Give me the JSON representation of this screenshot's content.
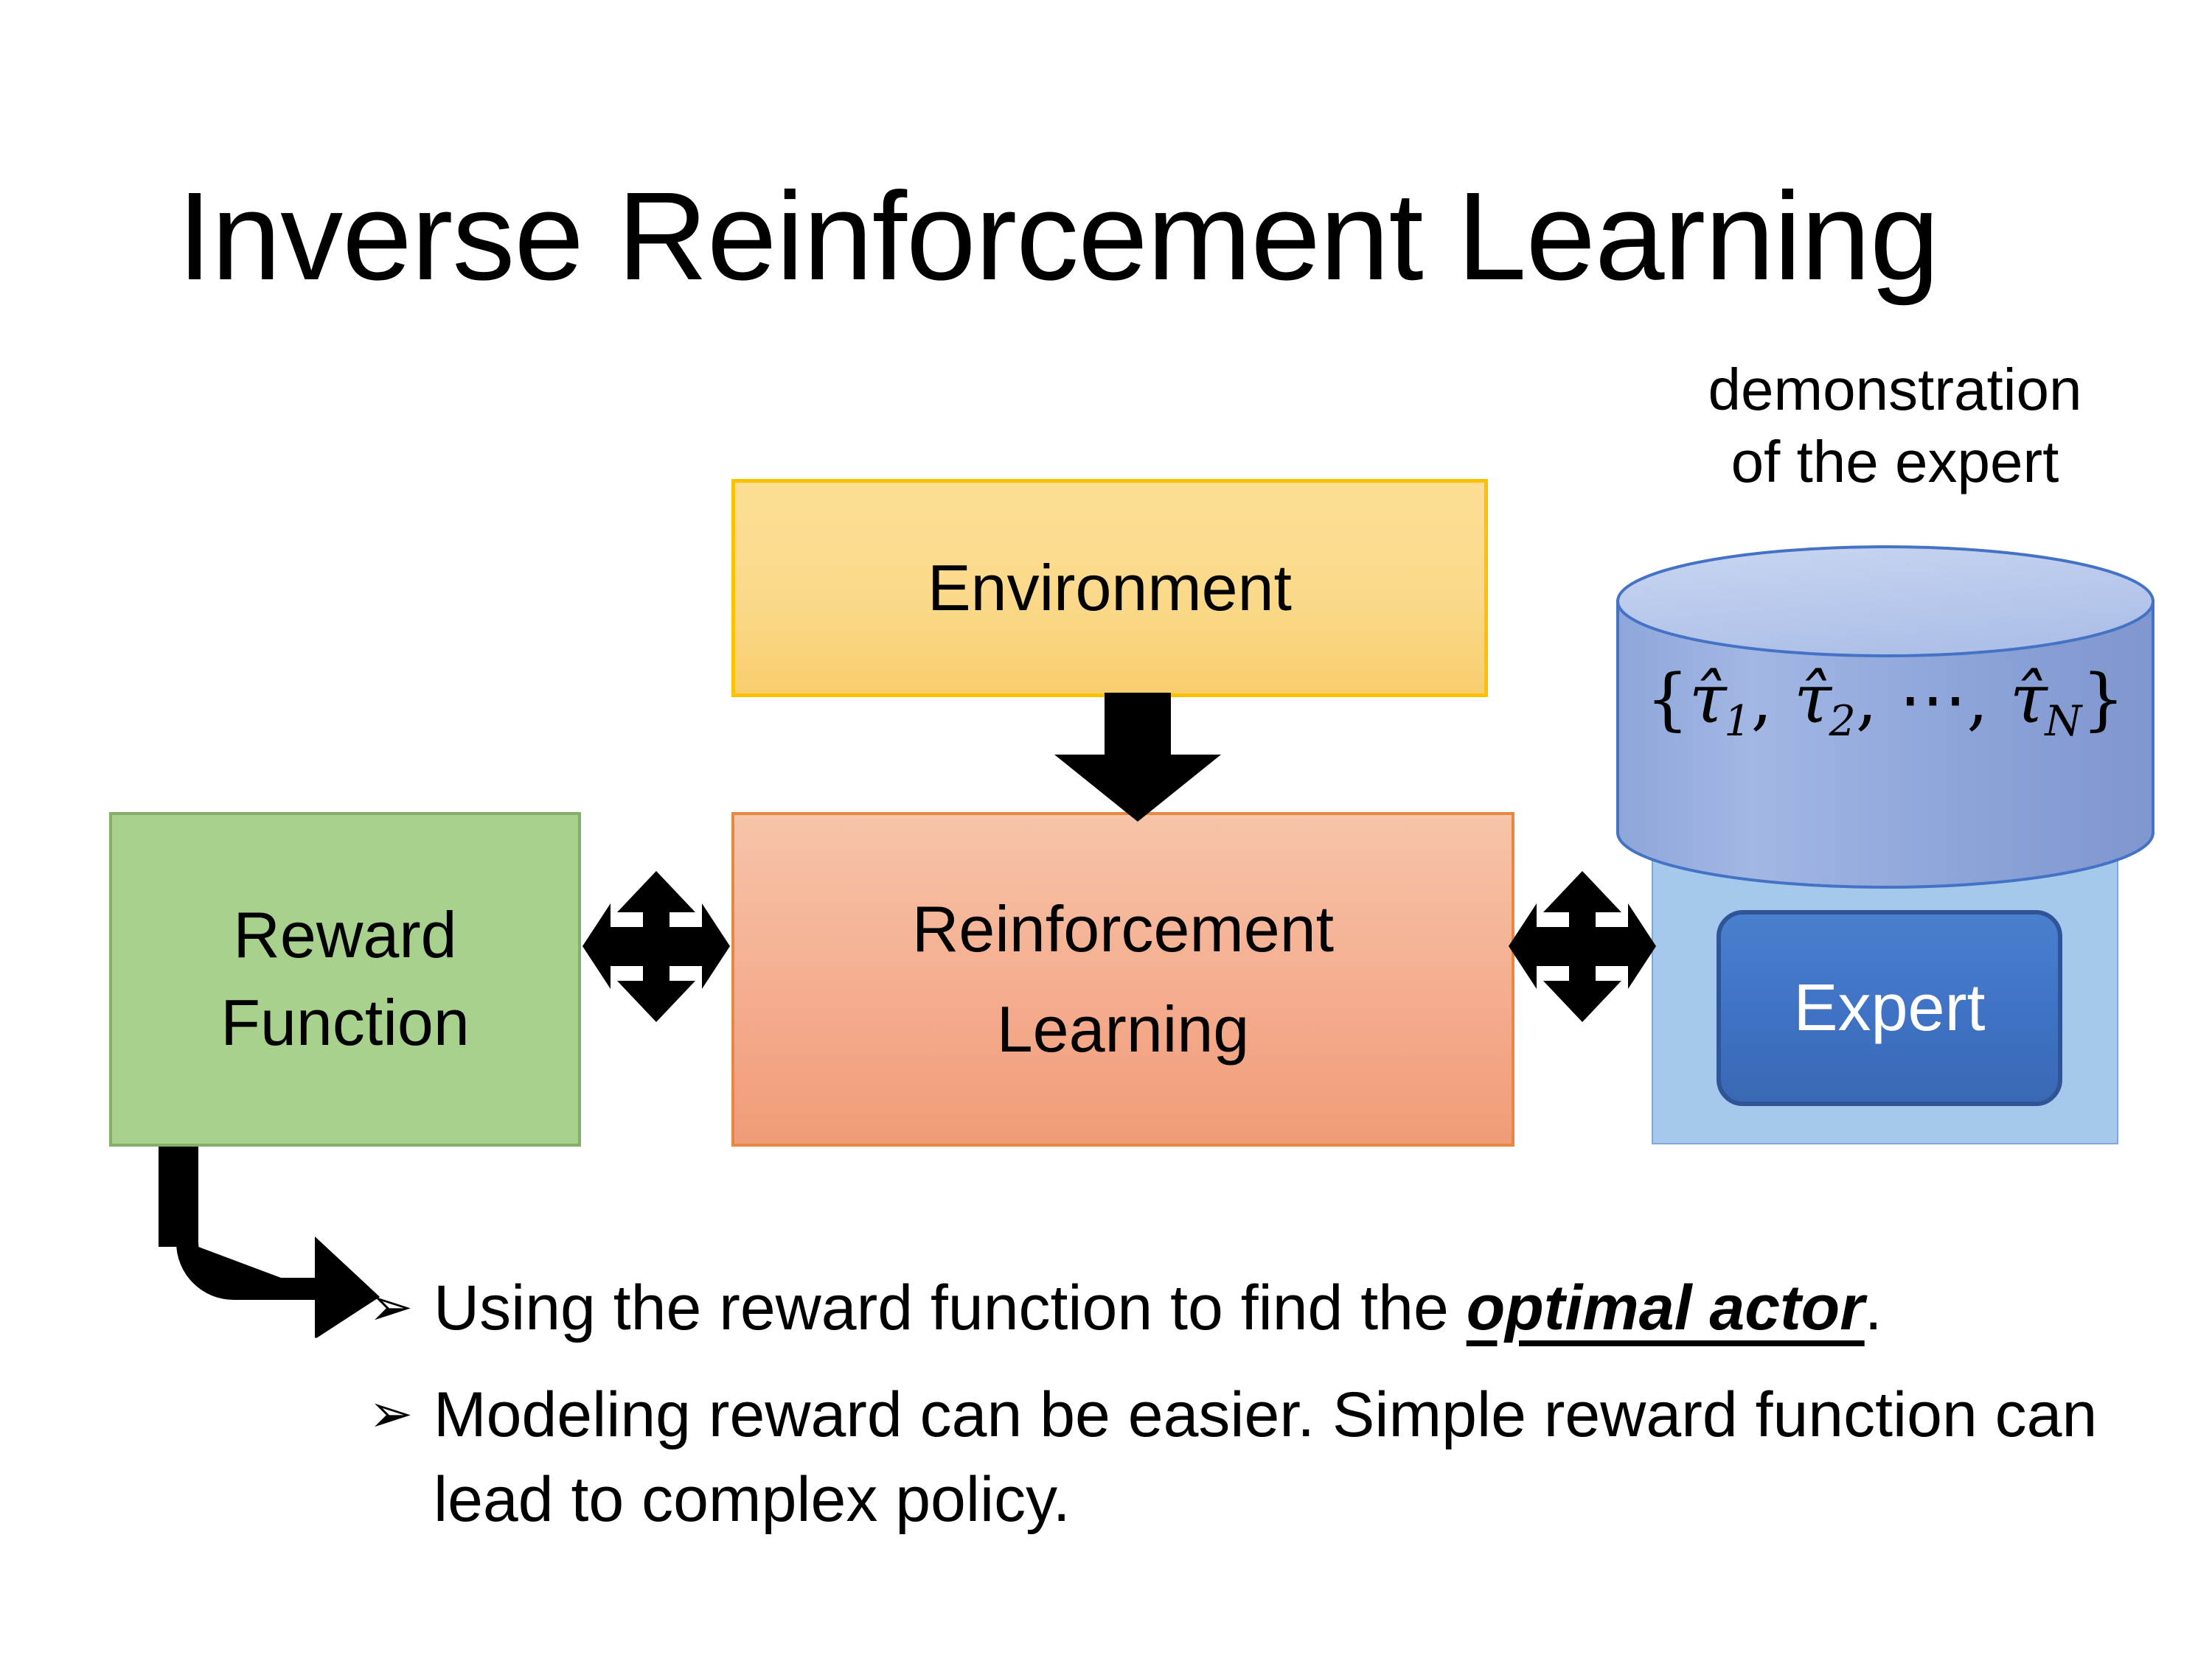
{
  "slide": {
    "title": "Inverse Reinforcement Learning",
    "background_color": "#FFFFFF"
  },
  "diagram": {
    "environment_box": {
      "label": "Environment",
      "fill_color": "#FBD98A",
      "border_color": "#FFC000"
    },
    "reward_function_box": {
      "label_line1": "Reward",
      "label_line2": "Function",
      "fill_color": "#A9D18E",
      "border_color": "#83AF68"
    },
    "reinforcement_learning_box": {
      "label_line1": "Reinforcement",
      "label_line2": "Learning",
      "fill_color": "#F5B193",
      "border_color": "#E8873F"
    },
    "expert_group": {
      "caption_line1": "demonstration",
      "caption_line2": "of the expert",
      "cylinder": {
        "formula_open": "{",
        "formula_items": [
          "τ̂",
          "τ̂",
          "⋯",
          "τ̂"
        ],
        "formula_text": "{τ̂1, τ̂2, ⋯, τ̂N}",
        "subscripts": [
          "1",
          "2",
          "N"
        ],
        "fill_color": "#8FA7DC",
        "top_color": "#C6D4EF",
        "stroke_color": "#4472C4"
      },
      "container": {
        "fill_color": "#A6C8EC",
        "border_color": "#7FA9D8"
      },
      "expert_button": {
        "label": "Expert",
        "fill_color": "#3F72C4",
        "border_color": "#2F5597",
        "text_color": "#FFFFFF"
      }
    },
    "arrows": {
      "environment_to_rl": "down-arrow",
      "reward_to_rl": "quad-arrow",
      "rl_to_expert": "quad-arrow",
      "reward_to_bullets": "elbow-arrow",
      "color": "#000000"
    }
  },
  "bullets": {
    "marker": "➢",
    "items": [
      {
        "pre": "Using the reward function to find the ",
        "emphasis": "optimal actor",
        "post": "."
      },
      {
        "pre": "Modeling reward can be easier. Simple reward function can lead to complex policy.",
        "emphasis": "",
        "post": ""
      }
    ]
  }
}
